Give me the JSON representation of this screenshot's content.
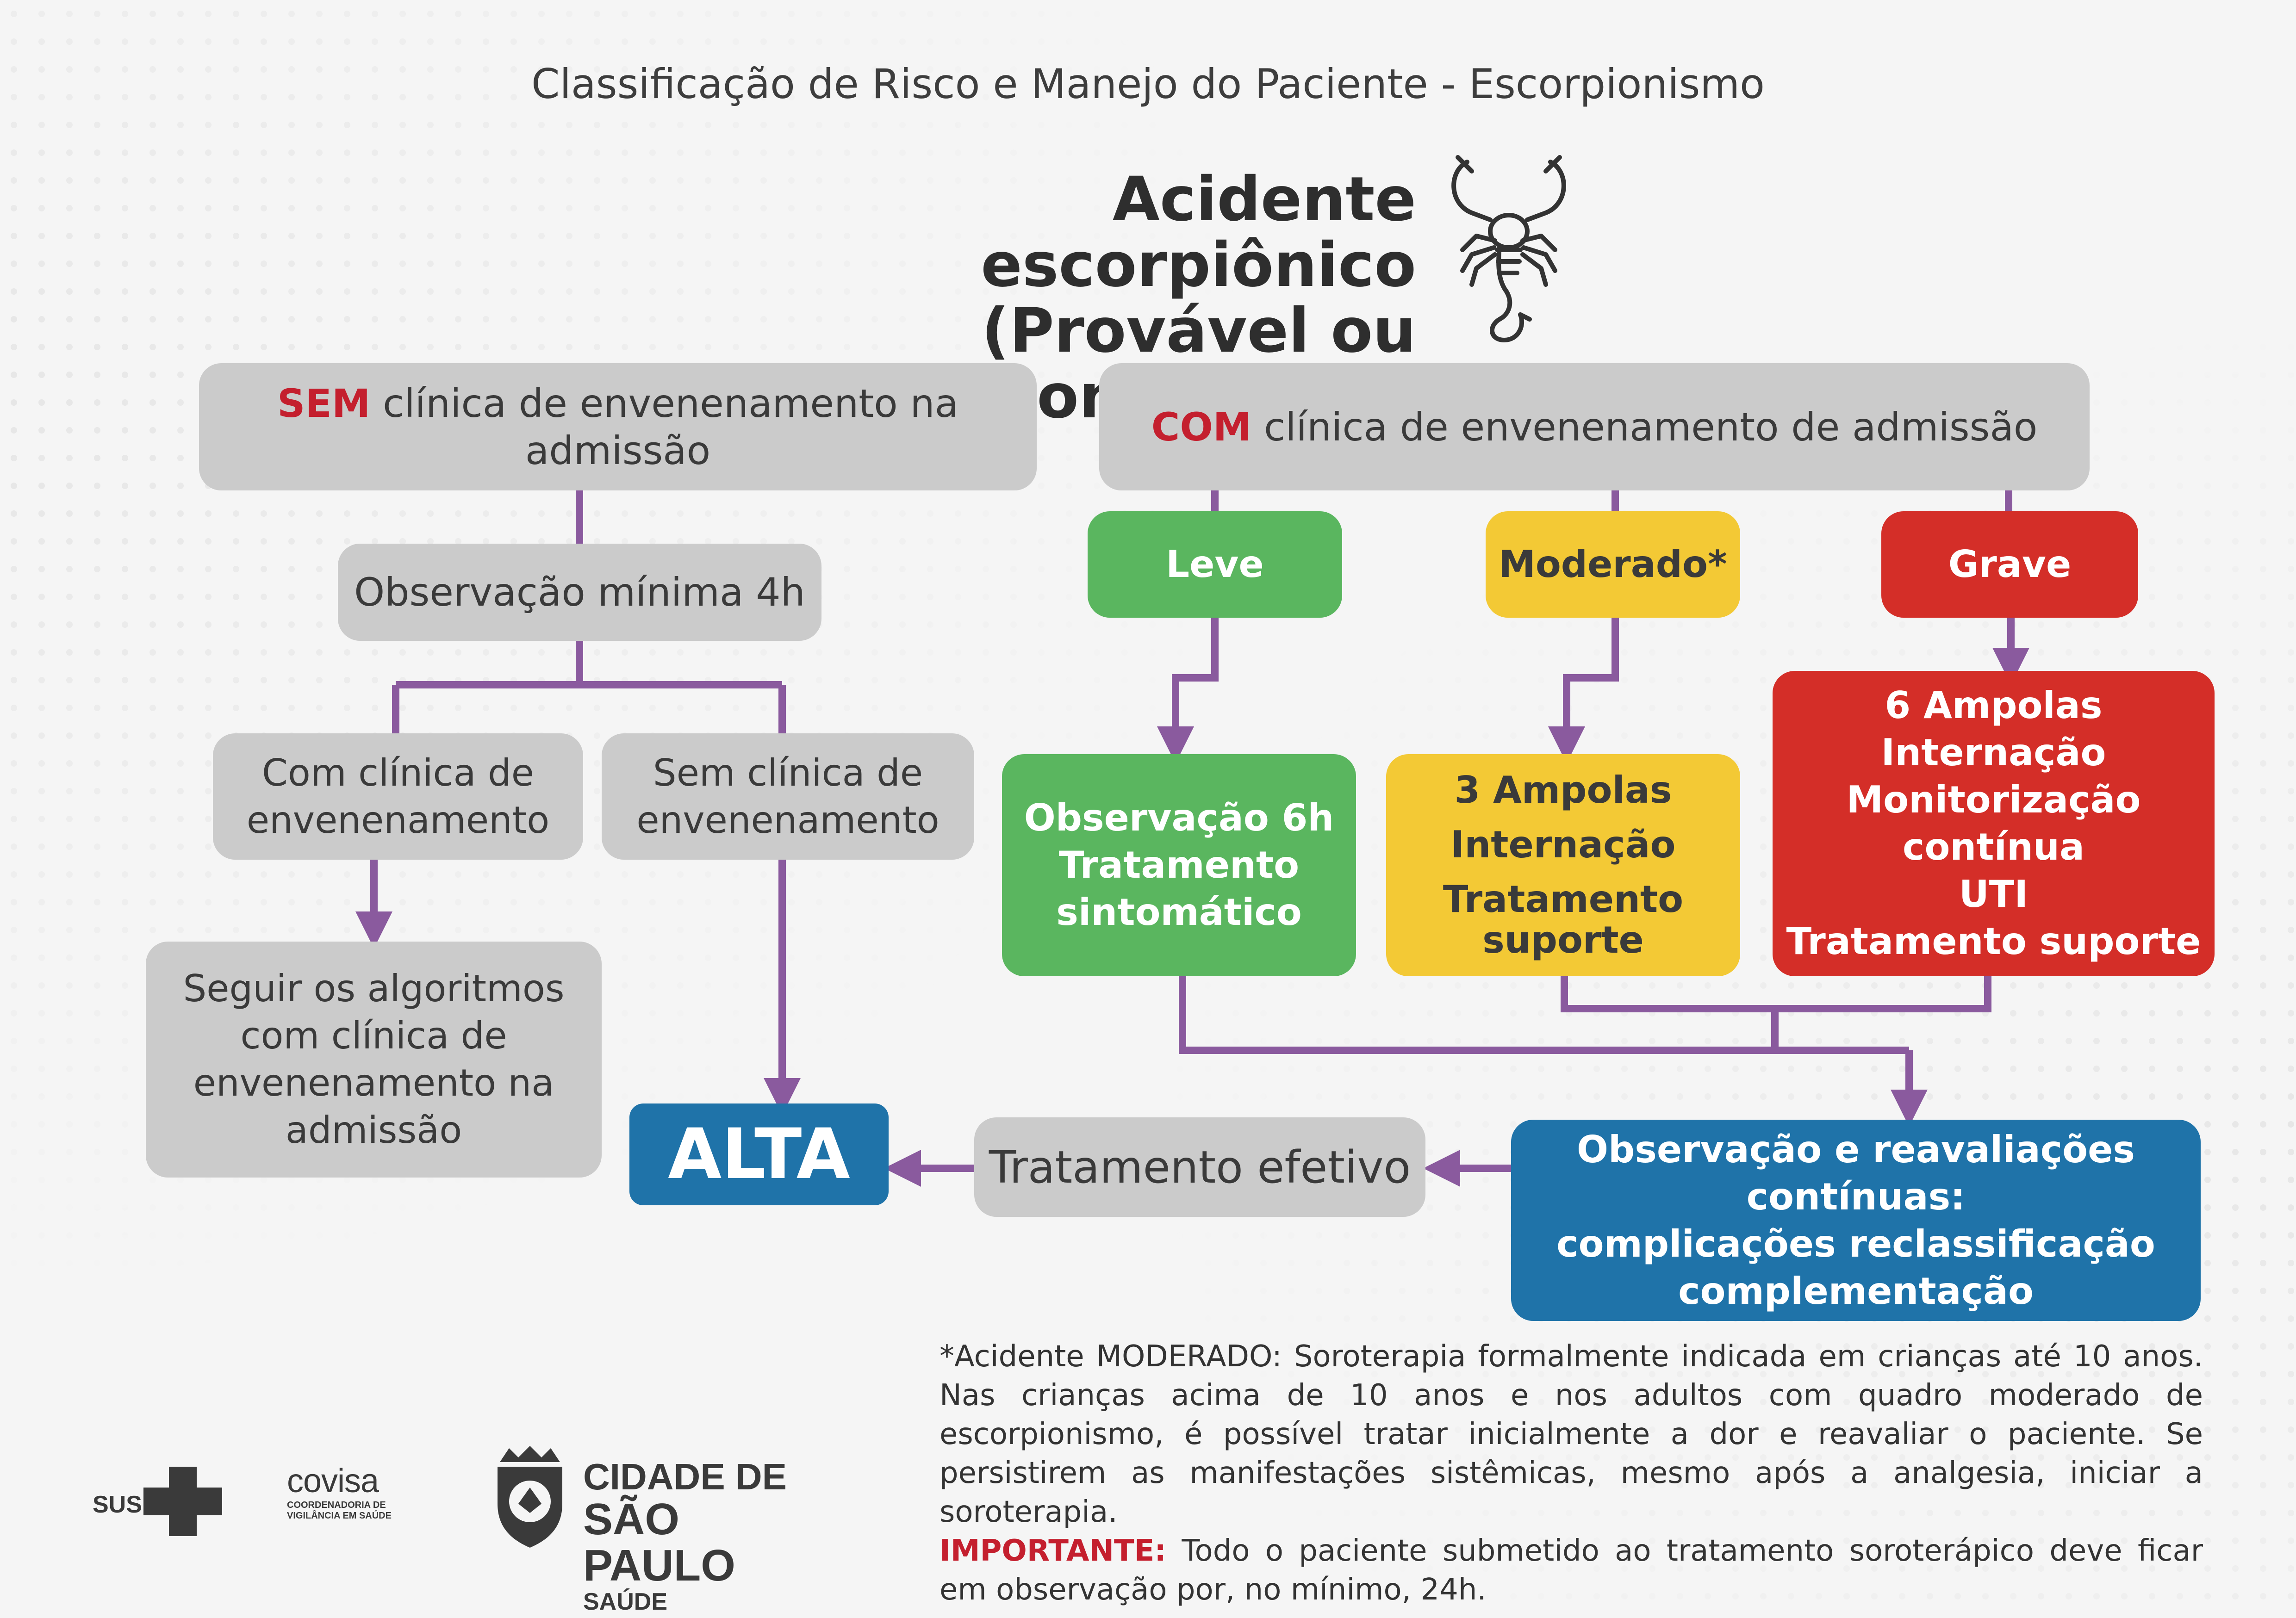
{
  "header": "Classificação de Risco e Manejo do Paciente - Escorpionismo",
  "title": {
    "line1": "Acidente escorpiônico",
    "line2": "(Provável ou confirmado)"
  },
  "icons": {
    "scorpion": "scorpion-icon"
  },
  "colors": {
    "gray": "#cbcbcb",
    "green": "#5ab65f",
    "yellow": "#f3c935",
    "red": "#d42e28",
    "blue": "#1f73a9",
    "connector": "#8a5a9e",
    "keyword_red": "#c41f2e"
  },
  "left_branch": {
    "sem_keyword": "SEM",
    "sem_text": " clínica de envenenamento na admissão",
    "observation": "Observação mínima 4h",
    "with_clinic": {
      "line1": "Com clínica de",
      "line2": "envenenamento"
    },
    "without_clinic": {
      "line1": "Sem clínica de",
      "line2": "envenenamento"
    },
    "follow_algorithms": {
      "line1": "Seguir os algoritmos",
      "line2": "com clínica de",
      "line3": "envenenamento na",
      "line4": "admissão"
    }
  },
  "right_branch": {
    "com_keyword": "COM",
    "com_text": " clínica de envenenamento de admissão",
    "levels": {
      "leve": "Leve",
      "moderado": "Moderado*",
      "grave": "Grave"
    },
    "leve_action": {
      "line1": "Observação 6h",
      "line2": "Tratamento",
      "line3": "sintomático"
    },
    "moderado_action": {
      "line1": "3 Ampolas",
      "line2": "Internação",
      "line3": "Tratamento",
      "line4": "suporte"
    },
    "grave_action": {
      "line1": "6 Ampolas",
      "line2": "Internação",
      "line3": "Monitorização contínua",
      "line4": "UTI",
      "line5": "Tratamento suporte"
    },
    "observation_continuous": {
      "line1": "Observação e reavaliações contínuas:",
      "line2": "complicações reclassificação",
      "line3": "complementação"
    }
  },
  "effective_treatment": "Tratamento efetivo",
  "alta": "ALTA",
  "footnote": {
    "text": "*Acidente MODERADO: Soroterapia formalmente indicada em crianças até 10 anos. Nas crianças acima de 10 anos e nos adultos com quadro moderado de escorpionismo, é possível tratar inicialmente a dor e reavaliar o paciente. Se persistirem as manifestações sistêmicas, mesmo após a analgesia, iniciar a soroterapia.",
    "important_label": "IMPORTANTE:",
    "important_text": " Todo o paciente submetido ao tratamento soroterápico deve ficar em observação por, no mínimo, 24h."
  },
  "logos": {
    "sus": "SUS",
    "covisa": "covisa",
    "covisa_sub1": "COORDENADORIA DE",
    "covisa_sub2": "VIGILÂNCIA EM SAÚDE",
    "city_line1": "CIDADE DE",
    "city_line2": "SÃO PAULO",
    "city_line3": "SAÚDE"
  }
}
